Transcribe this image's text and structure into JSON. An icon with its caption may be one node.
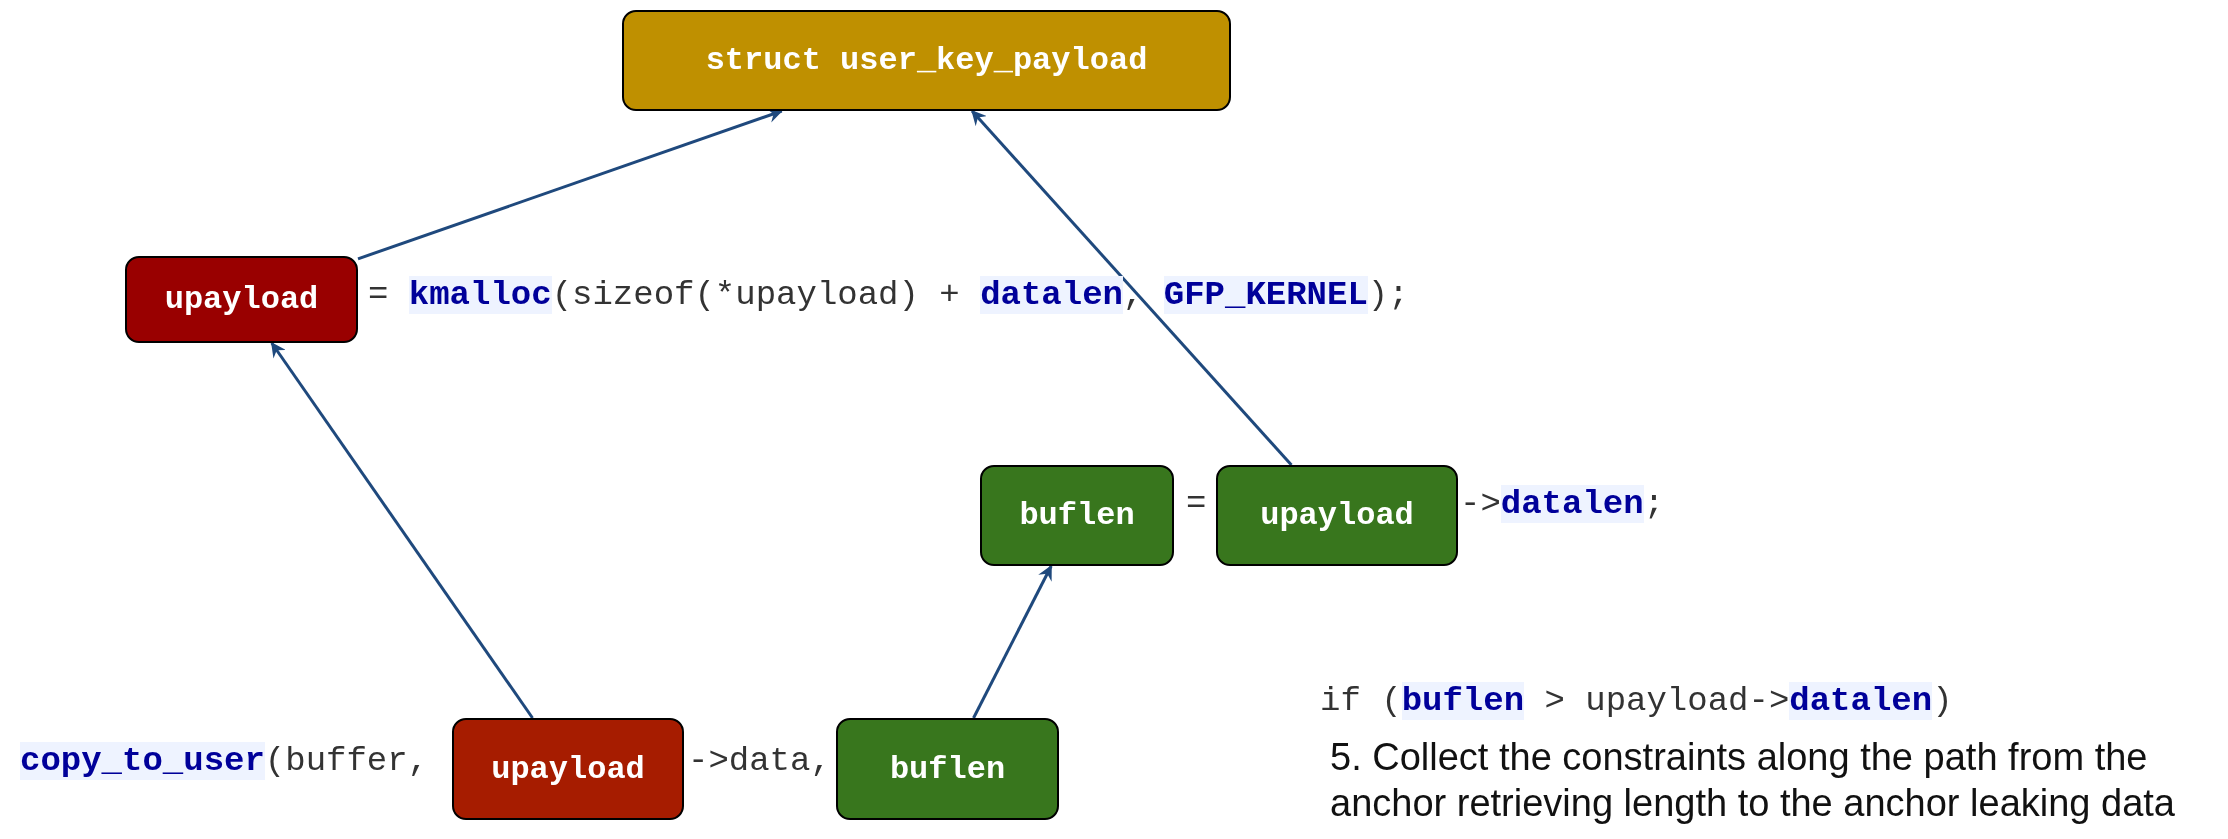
{
  "diagram": {
    "nodes": [
      {
        "text": [
          "struct user_key_payload"
        ]
      },
      {
        "text": [
          "upayload"
        ]
      },
      {
        "text": [
          "buflen"
        ]
      },
      {
        "text": [
          "upayload"
        ]
      },
      {
        "text": [
          "upayload"
        ]
      },
      {
        "text": [
          "buflen"
        ]
      }
    ],
    "edges": [
      {
        "from": 1,
        "to": 0,
        "arrow": "to"
      },
      {
        "from": 3,
        "to": 0,
        "arrow": "to"
      },
      {
        "from": 4,
        "to": 1,
        "arrow": "to"
      },
      {
        "from": 5,
        "to": 2,
        "arrow": "to"
      }
    ],
    "labels": [
      "= **kmalloc**(sizeof(*upayload) + **datalen**, **GFP_KERNEL**);",
      "=",
      "->**datalen**;",
      "**copy_to_user**(buffer,",
      "->data,",
      "if (**buflen** > upayload->**datalen**)",
      "5. Collect the constraints along the path from the anchor retrieving length to the anchor leaking data"
    ]
  }
}
